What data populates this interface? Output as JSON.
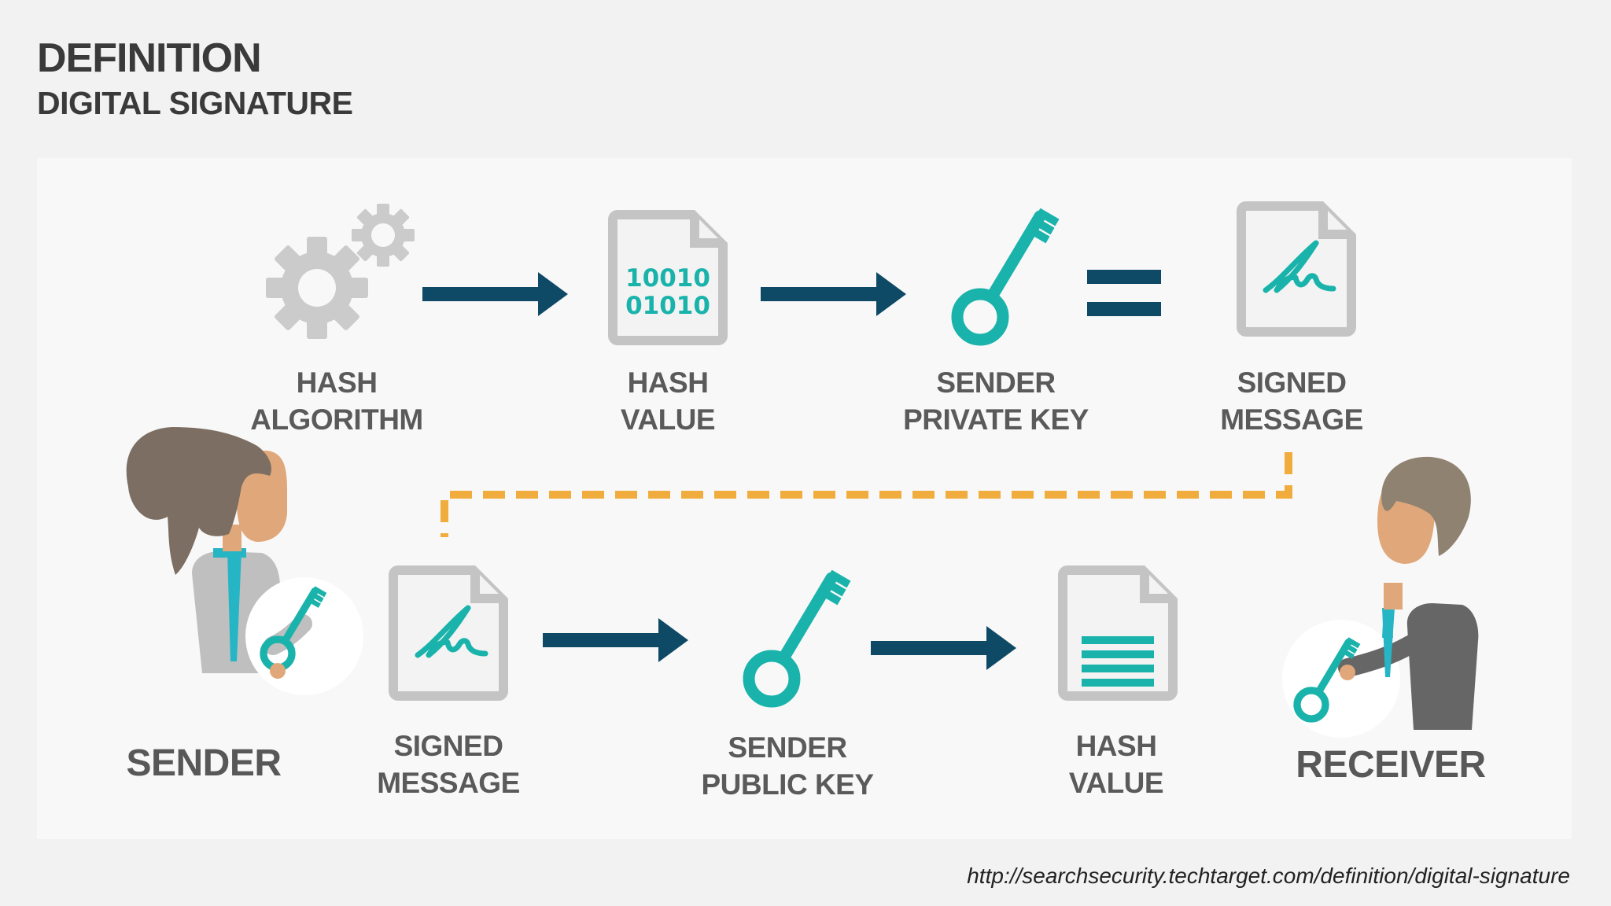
{
  "header": {
    "title": "DEFINITION",
    "subtitle": "DIGITAL SIGNATURE"
  },
  "colors": {
    "arrow": "#0e4a66",
    "teal": "#1ab3ab",
    "document_gray": "#c4c4c4",
    "gear_gray": "#cbcbcb",
    "dashed_connector": "#f0ad3e",
    "label_text": "#5a5a5a"
  },
  "top_row": [
    {
      "icon": "gears-icon",
      "line1": "HASH",
      "line2": "ALGORITHM"
    },
    {
      "icon": "binary-document-icon",
      "line1": "HASH",
      "line2": "VALUE",
      "doc_text": [
        "10010",
        "01010"
      ]
    },
    {
      "icon": "key-icon",
      "line1": "SENDER",
      "line2": "PRIVATE KEY"
    },
    {
      "icon": "signed-document-icon",
      "line1": "SIGNED",
      "line2": "MESSAGE"
    }
  ],
  "bottom_row": [
    {
      "icon": "signed-document-icon",
      "line1": "SIGNED",
      "line2": "MESSAGE"
    },
    {
      "icon": "key-icon",
      "line1": "SENDER",
      "line2": "PUBLIC KEY"
    },
    {
      "icon": "text-document-icon",
      "line1": "HASH",
      "line2": "VALUE"
    }
  ],
  "actors": {
    "sender": "SENDER",
    "receiver": "RECEIVER"
  },
  "source_url": "http://searchsecurity.techtarget.com/definition/digital-signature"
}
